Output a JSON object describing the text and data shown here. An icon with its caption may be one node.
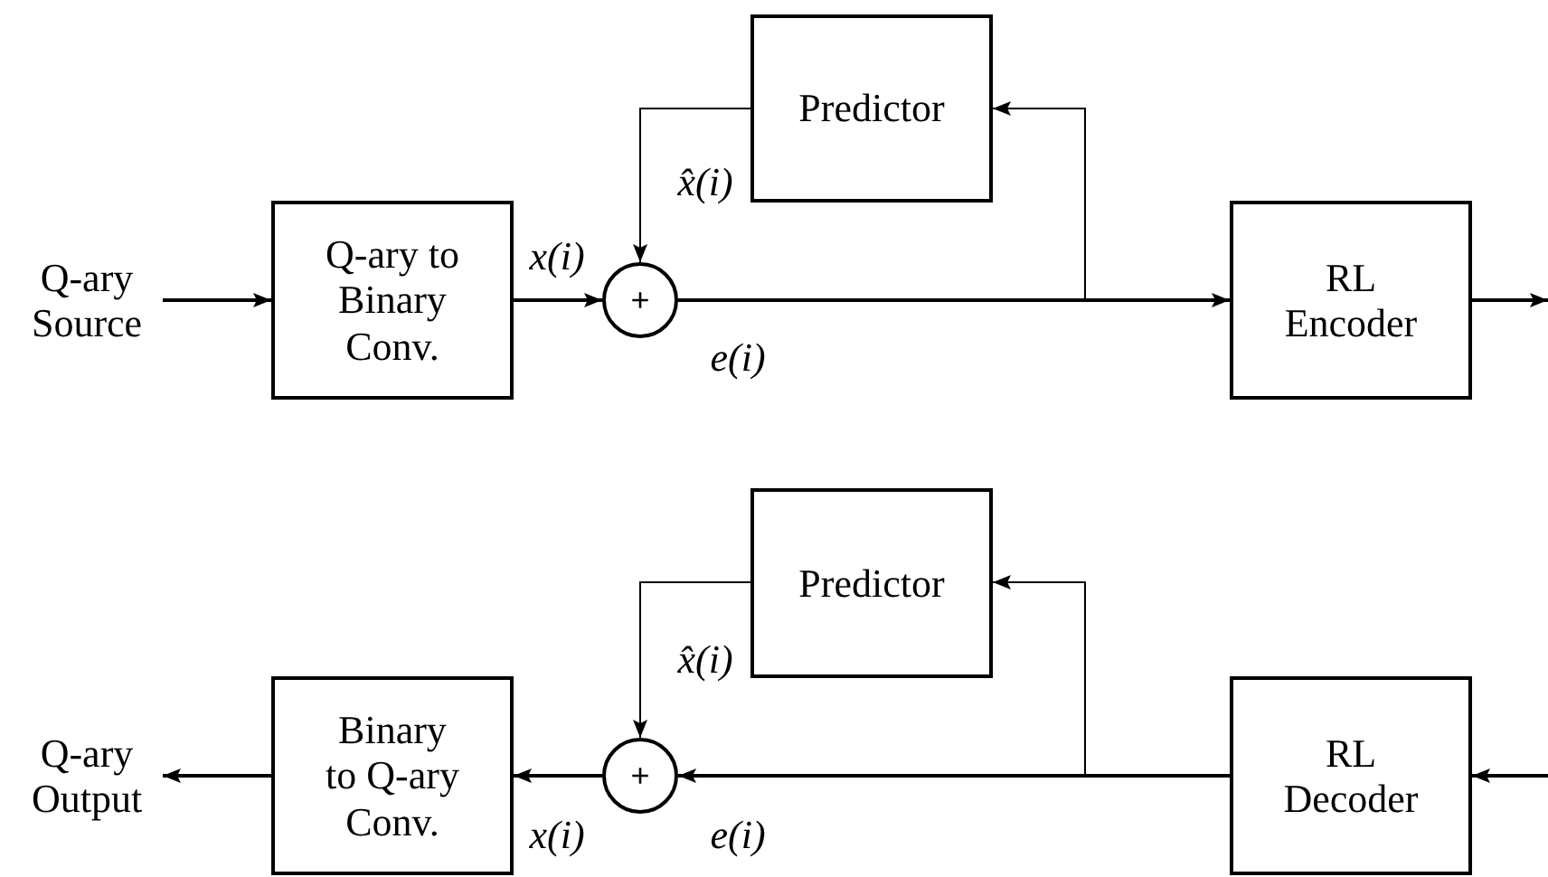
{
  "diagram": {
    "nodes": [
      {
        "text": [
          "Q-ary Source"
        ]
      },
      {
        "text": [
          "Q-ary to Binary Conv."
        ]
      },
      {
        "text": [
          "+"
        ]
      },
      {
        "text": [
          "Predictor"
        ]
      },
      {
        "text": [
          "RL Encoder"
        ]
      },
      {
        "text": [
          "Q-ary Output"
        ]
      },
      {
        "text": [
          "Binary to Q-ary Conv."
        ]
      },
      {
        "text": [
          "+"
        ]
      },
      {
        "text": [
          "Predictor"
        ]
      },
      {
        "text": [
          "RL Decoder"
        ]
      }
    ],
    "edges": [
      {
        "from": 0,
        "to": 1,
        "arrow": "to"
      },
      {
        "from": 1,
        "to": 2,
        "arrow": "to",
        "label": "x(i)"
      },
      {
        "from": 2,
        "to": 4,
        "arrow": "to",
        "label": "e(i)"
      },
      {
        "from": 2,
        "to": 3,
        "arrow": "to"
      },
      {
        "from": 3,
        "to": 2,
        "arrow": "to",
        "label": "x̂(i)"
      },
      {
        "from": 4,
        "to": null,
        "arrow": "to"
      },
      {
        "from": null,
        "to": 9,
        "arrow": "to"
      },
      {
        "from": 9,
        "to": 7,
        "arrow": "to",
        "label": "e(i)"
      },
      {
        "from": 9,
        "to": 8,
        "arrow": "to"
      },
      {
        "from": 8,
        "to": 7,
        "arrow": "to",
        "label": "x̂(i)"
      },
      {
        "from": 7,
        "to": 6,
        "arrow": "to",
        "label": "x(i)"
      },
      {
        "from": 6,
        "to": 5,
        "arrow": "to"
      }
    ]
  }
}
